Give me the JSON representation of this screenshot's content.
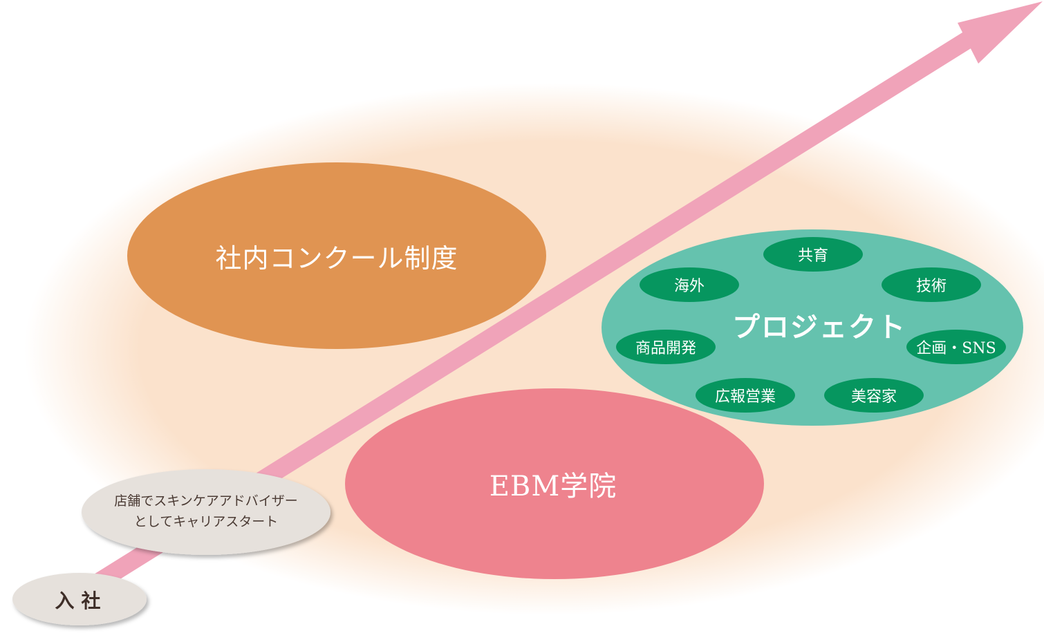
{
  "diagram": {
    "colors": {
      "background_glow": "#fbe2cc",
      "arrow": "#f0a3b9",
      "concours": "#e09452",
      "ebm": "#ee838e",
      "project": "#65c2ae",
      "project_chip": "#06965f",
      "start_bubble": "#e6e1dc"
    },
    "concours_label": "社内コンクール制度",
    "ebm_label": "EBM学院",
    "project": {
      "title": "プロジェクト",
      "chips": [
        "共育",
        "海外",
        "技術",
        "商品開発",
        "企画・SNS",
        "広報営業",
        "美容家"
      ]
    },
    "start_bubble": {
      "line1": "店舗でスキンケアアドバイザー",
      "line2": "としてキャリアスタート"
    },
    "join_label": "入社"
  }
}
